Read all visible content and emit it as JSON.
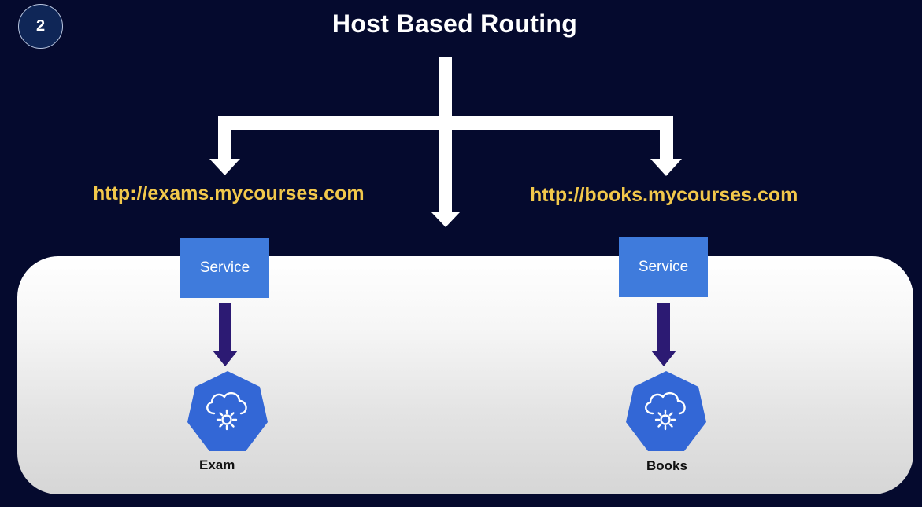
{
  "slide_number": "2",
  "title": "Host Based Routing",
  "routes": [
    {
      "url": "http://exams.mycourses.com",
      "service_label": "Service",
      "app_label": "Exam",
      "icon": "cloud-gear-icon"
    },
    {
      "url": "http://books.mycourses.com",
      "service_label": "Service",
      "app_label": "Books",
      "icon": "cloud-gear-icon"
    }
  ],
  "colors": {
    "background": "#050a2e",
    "url_text": "#f2c84b",
    "service_box": "#3f7bdc",
    "node": "#3367d6",
    "down_arrow": "#2c1a73"
  }
}
